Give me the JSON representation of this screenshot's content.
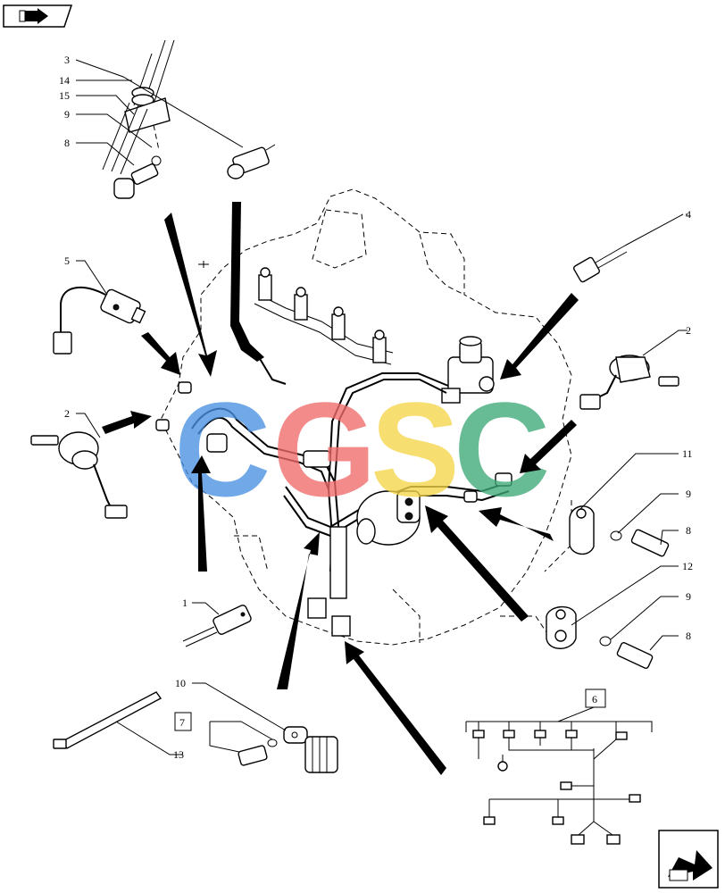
{
  "header": {
    "nav_icon": "previous-page-arrow-icon"
  },
  "footer": {
    "nav_icon": "next-page-arrow-icon"
  },
  "watermark": {
    "letters": [
      {
        "char": "C",
        "color": "#4a90e2"
      },
      {
        "char": "G",
        "color": "#f26b6b"
      },
      {
        "char": "S",
        "color": "#f5d64a"
      },
      {
        "char": "C",
        "color": "#3daa78"
      }
    ]
  },
  "callouts": {
    "c1": "1",
    "c2a": "2",
    "c2b": "2",
    "c3": "3",
    "c4": "4",
    "c5": "5",
    "c6": "6",
    "c7": "7",
    "c8a": "8",
    "c8b": "8",
    "c8c": "8",
    "c9a": "9",
    "c9b": "9",
    "c9c": "9",
    "c10": "10",
    "c11": "11",
    "c12": "12",
    "c13": "13",
    "c14": "14",
    "c15": "15"
  }
}
